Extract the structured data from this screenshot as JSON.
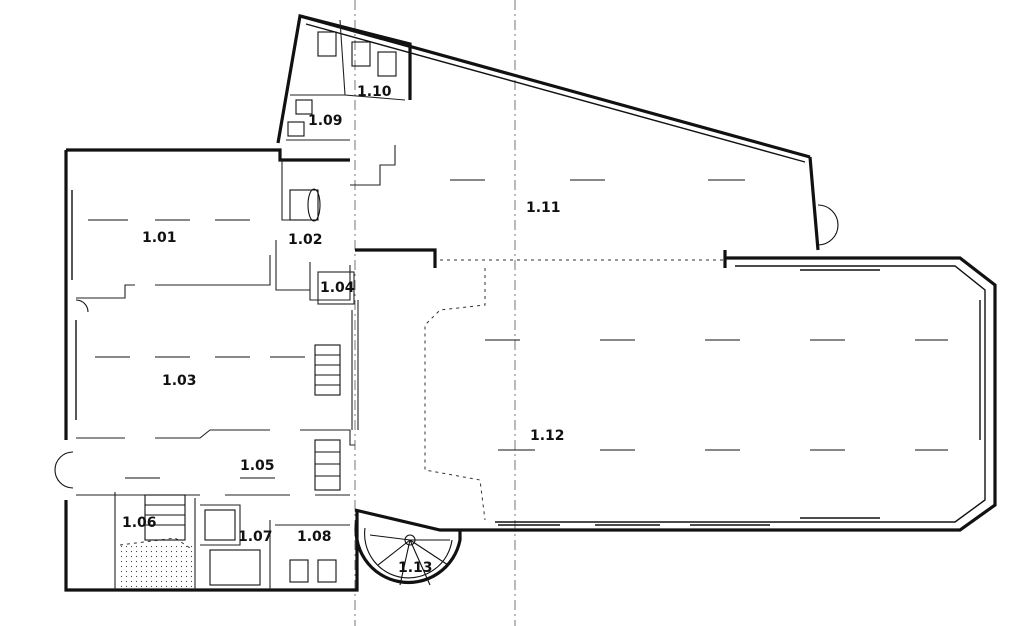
{
  "rooms": [
    {
      "id": "1.01",
      "label": "1.01"
    },
    {
      "id": "1.02",
      "label": "1.02"
    },
    {
      "id": "1.03",
      "label": "1.03"
    },
    {
      "id": "1.04",
      "label": "1.04"
    },
    {
      "id": "1.05",
      "label": "1.05"
    },
    {
      "id": "1.06",
      "label": "1.06"
    },
    {
      "id": "1.07",
      "label": "1.07"
    },
    {
      "id": "1.08",
      "label": "1.08"
    },
    {
      "id": "1.09",
      "label": "1.09"
    },
    {
      "id": "1.10",
      "label": "1.10"
    },
    {
      "id": "1.11",
      "label": "1.11"
    },
    {
      "id": "1.12",
      "label": "1.12"
    },
    {
      "id": "1.13",
      "label": "1.13"
    }
  ],
  "colors": {
    "ink": "#111111",
    "paper": "#ffffff"
  }
}
